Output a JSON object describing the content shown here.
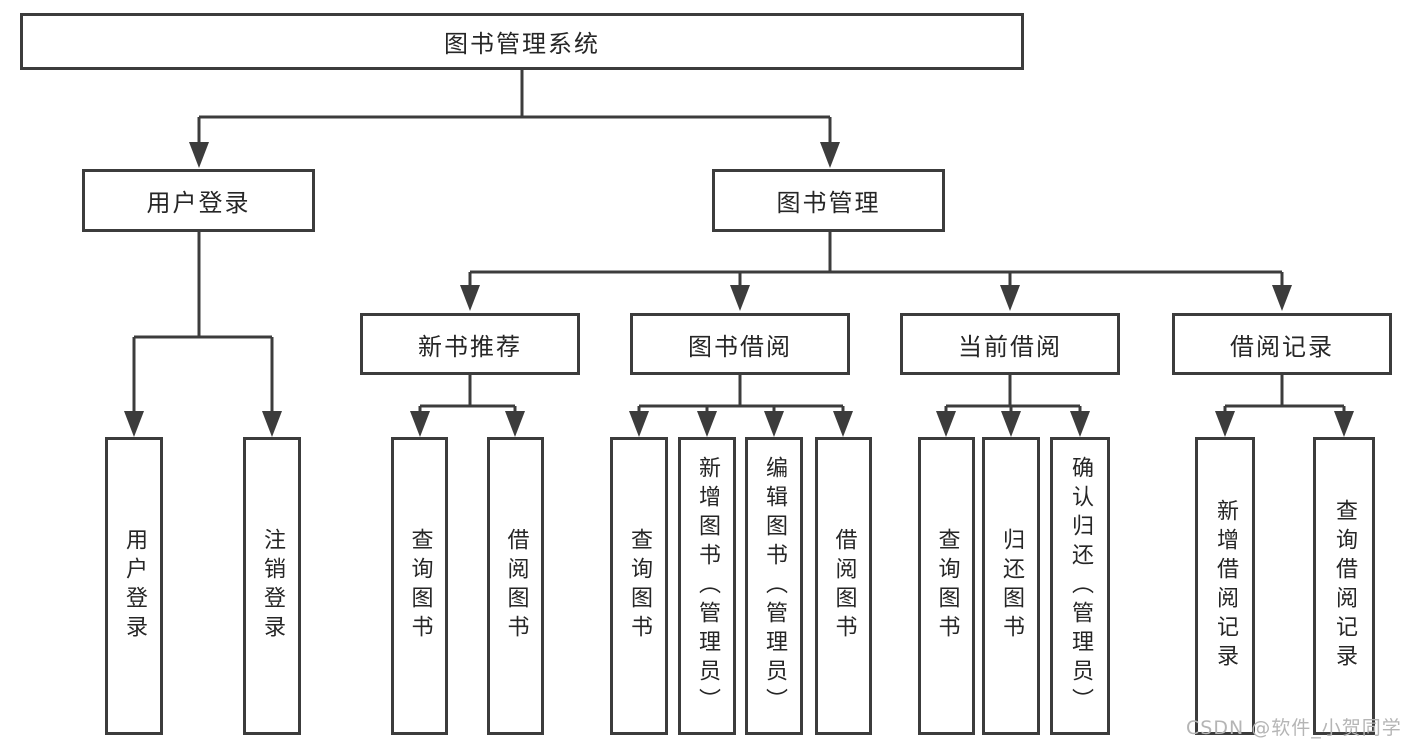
{
  "diagram": {
    "type": "hierarchy-tree",
    "colors": {
      "line": "#3c3c3c",
      "border": "#3c3c3c",
      "text": "#262626",
      "watermark": "#b5b5b5",
      "background": "#ffffff"
    },
    "tree": {
      "label": "图书管理系统",
      "children": [
        {
          "label": "用户登录",
          "children": [
            {
              "label": "用户登录"
            },
            {
              "label": "注销登录"
            }
          ]
        },
        {
          "label": "图书管理",
          "children": [
            {
              "label": "新书推荐",
              "children": [
                {
                  "label": "查询图书"
                },
                {
                  "label": "借阅图书"
                }
              ]
            },
            {
              "label": "图书借阅",
              "children": [
                {
                  "label": "查询图书"
                },
                {
                  "label": "新增图书（管理员）"
                },
                {
                  "label": "编辑图书（管理员）"
                },
                {
                  "label": "借阅图书"
                }
              ]
            },
            {
              "label": "当前借阅",
              "children": [
                {
                  "label": "查询图书"
                },
                {
                  "label": "归还图书"
                },
                {
                  "label": "确认归还（管理员）"
                }
              ]
            },
            {
              "label": "借阅记录",
              "children": [
                {
                  "label": "新增借阅记录"
                },
                {
                  "label": "查询借阅记录"
                }
              ]
            }
          ]
        }
      ]
    },
    "watermark": {
      "text": "CSDN @软件_小贺同学"
    }
  }
}
